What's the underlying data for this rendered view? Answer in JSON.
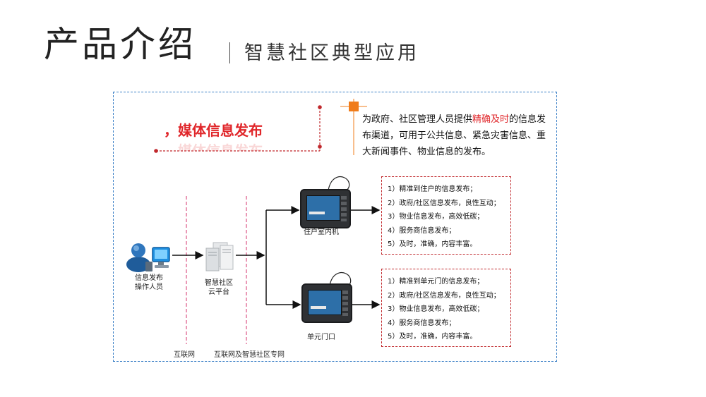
{
  "header": {
    "title": "产品介绍",
    "subtitle": "智慧社区典型应用"
  },
  "headline": {
    "text": "，媒体信息发布"
  },
  "description": {
    "before": "为政府、社区管理人员提供",
    "highlight": "精确及时",
    "after": "的信息发布渠道，可用于公共信息、紧急灾害信息、重大新闻事件、物业信息的发布。"
  },
  "nodes": {
    "operator_line1": "信息发布",
    "operator_line2": "操作人员",
    "cloud_line1": "智慧社区",
    "cloud_line2": "云平台",
    "indoor": "住户室内机",
    "door": "单元门口"
  },
  "lanes": {
    "internet": "互联网",
    "private_net": "互联网及智慧社区专网"
  },
  "indoor_features": [
    "1）精准到住户的信息发布；",
    "2）政府/社区信息发布，良性互动；",
    "3）物业信息发布，高效低碳；",
    "4）服务商信息发布；",
    "5）及时，准确，内容丰富。"
  ],
  "door_features": [
    "1）精准到单元门的信息发布；",
    "2）政府/社区信息发布，良性互动；",
    "3）物业信息发布，高效低碳；",
    "4）服务商信息发布；",
    "5）及时，准确，内容丰富。"
  ],
  "colors": {
    "accent_red": "#e0262a",
    "frame_blue": "#3a7fc6",
    "marker_orange": "#f07c1b",
    "lane_pink": "#d6336c"
  },
  "icons": {
    "operator": "user-computer-icon",
    "cloud": "server-cluster-icon",
    "indoor": "tablet-terminal-icon",
    "door": "tablet-terminal-icon"
  }
}
